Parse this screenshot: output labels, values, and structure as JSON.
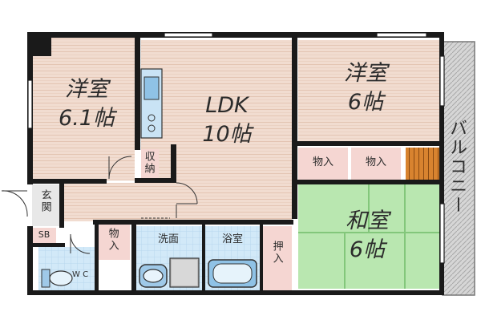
{
  "rooms": {
    "western1": {
      "name": "洋室",
      "size": "6.1帖"
    },
    "ldk": {
      "name": "LDK",
      "size": "10帖"
    },
    "western2": {
      "name": "洋室",
      "size": "6帖"
    },
    "japanese": {
      "name": "和室",
      "size": "6帖"
    }
  },
  "labels": {
    "storage_small": "収納",
    "closet_a": "物入",
    "closet_b": "物入",
    "closet_hall": "物入",
    "oshiire": "押入",
    "entrance": "玄関",
    "shoe_box": "SB",
    "washroom": "洗面",
    "bathroom": "浴室",
    "toilet": "W C",
    "balcony": "バルコニー"
  },
  "colors": {
    "wall": "#1a1a1a",
    "floor_wood": "#f1dcd0",
    "floor_stripe": "#e6c8b8",
    "tatami": "#b9e7b0",
    "tatami_line": "#8acc82",
    "tile": "#cfe7f7",
    "closet": "#f5d6d2",
    "stairs": "#d47a28",
    "balcony": "#d0d0d0"
  }
}
